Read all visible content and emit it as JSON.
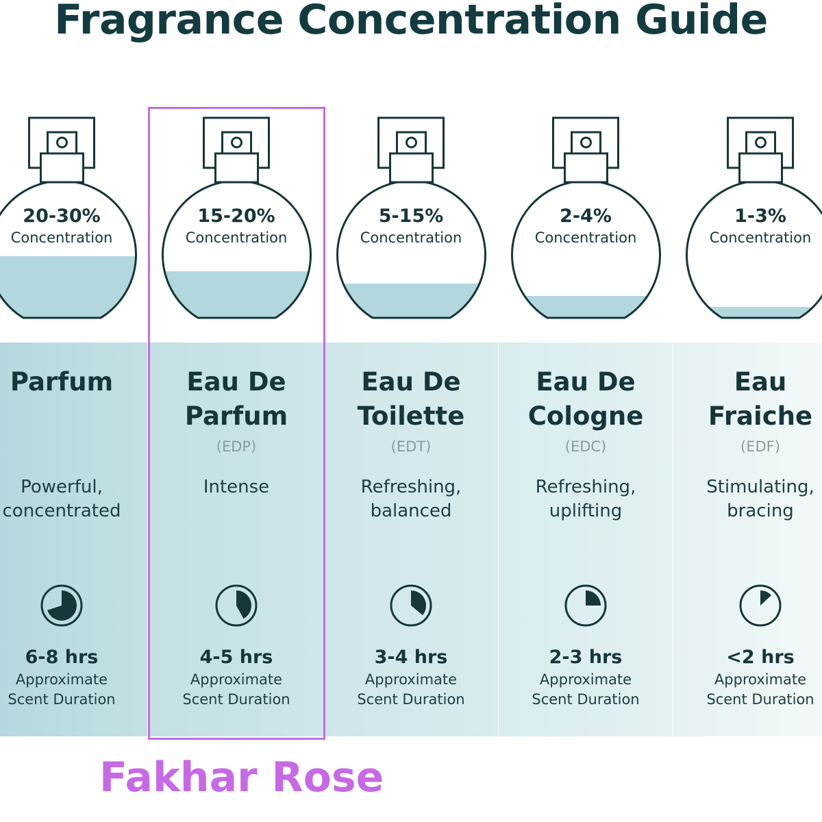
{
  "title": "Fragrance Concentration Guide",
  "watermark": "Fakhar Rose",
  "colors": {
    "text": "#16363a",
    "liquid": "#b2d8dd",
    "highlight": "#c76be6",
    "watermark": "#c66ae4"
  },
  "highlighted_column": 1,
  "columns": [
    {
      "concentration": "20-30%",
      "concentration_label": "Concentration",
      "fill_level": 0.45,
      "name_lines": [
        "Parfum"
      ],
      "abbr": "",
      "desc_lines": [
        "Powerful,",
        "concentrated"
      ],
      "clock_fraction": 0.7,
      "hours": "6-8 hrs",
      "duration_line1": "Approximate",
      "duration_line2": "Scent Duration",
      "band_color": [
        "#b5d9de",
        "#c3e0e4"
      ]
    },
    {
      "concentration": "15-20%",
      "concentration_label": "Concentration",
      "fill_level": 0.34,
      "name_lines": [
        "Eau De",
        "Parfum"
      ],
      "abbr": "(EDP)",
      "desc_lines": [
        "Intense"
      ],
      "clock_fraction": 0.42,
      "hours": "4-5 hrs",
      "duration_line1": "Approximate",
      "duration_line2": "Scent Duration",
      "band_color": [
        "#c3e0e4",
        "#cde6e9"
      ]
    },
    {
      "concentration": "5-15%",
      "concentration_label": "Concentration",
      "fill_level": 0.25,
      "name_lines": [
        "Eau De",
        "Toilette"
      ],
      "abbr": "(EDT)",
      "desc_lines": [
        "Refreshing,",
        "balanced"
      ],
      "clock_fraction": 0.36,
      "hours": "3-4 hrs",
      "duration_line1": "Approximate",
      "duration_line2": "Scent Duration",
      "band_color": [
        "#cfe6e9",
        "#d9ecee"
      ]
    },
    {
      "concentration": "2-4%",
      "concentration_label": "Concentration",
      "fill_level": 0.16,
      "name_lines": [
        "Eau De",
        "Cologne"
      ],
      "abbr": "(EDC)",
      "desc_lines": [
        "Refreshing,",
        "uplifting"
      ],
      "clock_fraction": 0.25,
      "hours": "2-3 hrs",
      "duration_line1": "Approximate",
      "duration_line2": "Scent Duration",
      "band_color": [
        "#d9ecee",
        "#e3f1f2"
      ]
    },
    {
      "concentration": "1-3%",
      "concentration_label": "Concentration",
      "fill_level": 0.08,
      "name_lines": [
        "Eau",
        "Fraiche"
      ],
      "abbr": "(EDF)",
      "desc_lines": [
        "Stimulating,",
        "bracing"
      ],
      "clock_fraction": 0.13,
      "hours": "<2 hrs",
      "duration_line1": "Approximate",
      "duration_line2": "Scent Duration",
      "band_color": [
        "#e4f1f3",
        "#f3f9f9"
      ]
    }
  ]
}
